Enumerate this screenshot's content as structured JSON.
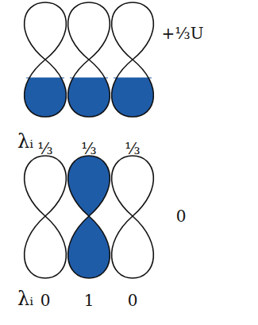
{
  "diagram": {
    "labels": [
      "λᵢ",
      "⅓",
      "⅓",
      "⅓",
      "+⅓U",
      "λᵢ",
      "0",
      "1",
      "0",
      "0"
    ]
  }
}
